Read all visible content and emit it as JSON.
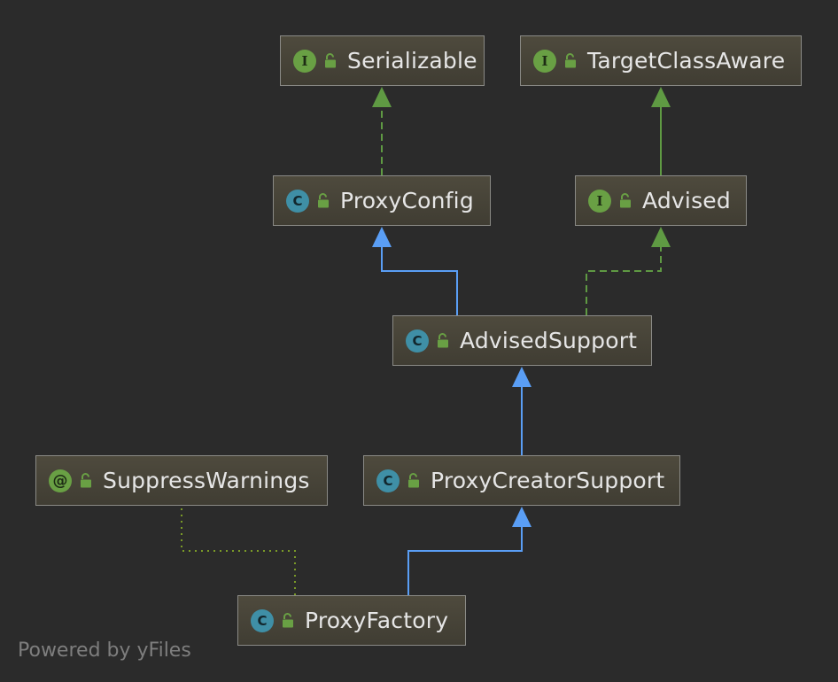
{
  "nodes": {
    "serializable": {
      "label": "Serializable",
      "badge": "I"
    },
    "targetclassaware": {
      "label": "TargetClassAware",
      "badge": "I"
    },
    "proxyconfig": {
      "label": "ProxyConfig",
      "badge": "C"
    },
    "advised": {
      "label": "Advised",
      "badge": "I"
    },
    "advisedsupport": {
      "label": "AdvisedSupport",
      "badge": "C"
    },
    "suppresswarnings": {
      "label": "SuppressWarnings",
      "badge": "@"
    },
    "proxycreatorsupport": {
      "label": "ProxyCreatorSupport",
      "badge": "C"
    },
    "proxyfactory": {
      "label": "ProxyFactory",
      "badge": "C"
    }
  },
  "footer": {
    "powered": "Powered by yFiles"
  },
  "colors": {
    "extends_edge": "#5a9ef5",
    "implements_edge": "#5f9a43",
    "annotation_edge": "#7a9a28",
    "interface_badge": "#69a044",
    "class_badge": "#3f8fa6"
  }
}
